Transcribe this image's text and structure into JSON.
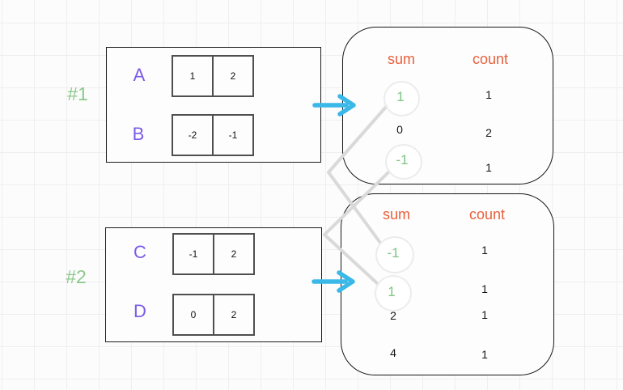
{
  "example1": {
    "tag": "#1",
    "rows": [
      {
        "label": "A",
        "cells": [
          "1",
          "2"
        ]
      },
      {
        "label": "B",
        "cells": [
          "-2",
          "-1"
        ]
      }
    ]
  },
  "example2": {
    "tag": "#2",
    "rows": [
      {
        "label": "C",
        "cells": [
          "-1",
          "2"
        ]
      },
      {
        "label": "D",
        "cells": [
          "0",
          "2"
        ]
      }
    ]
  },
  "table1": {
    "sum_header": "sum",
    "count_header": "count",
    "rows": [
      {
        "sum": "1",
        "count": "1",
        "circled": true
      },
      {
        "sum": "0",
        "count": "2",
        "circled": false
      },
      {
        "sum": "-1",
        "count": "1",
        "circled": true
      }
    ]
  },
  "table2": {
    "sum_header": "sum",
    "count_header": "count",
    "rows": [
      {
        "sum": "-1",
        "count": "1",
        "circled": true
      },
      {
        "sum": "1",
        "count": "1",
        "circled": true
      },
      {
        "sum": "2",
        "count": "1",
        "circled": false
      },
      {
        "sum": "4",
        "count": "1",
        "circled": false
      }
    ]
  },
  "connectors": [
    {
      "from": "table1.rows.0.sum",
      "to": "table2.rows.0.sum"
    },
    {
      "from": "table1.rows.2.sum",
      "to": "table2.rows.1.sum"
    }
  ],
  "icons": {
    "arrow1": "right-arrow",
    "arrow2": "right-arrow"
  },
  "colors": {
    "purple_label": "#7b5be8",
    "green_tag": "#8cc88c",
    "green_value": "#7fc383",
    "orange_header": "#e8603c",
    "cyan_arrow": "#3ab8e8",
    "connector_gray": "#d9d9d9",
    "border_dark": "#1d1d1d",
    "cell_border": "#4f4f4f"
  }
}
